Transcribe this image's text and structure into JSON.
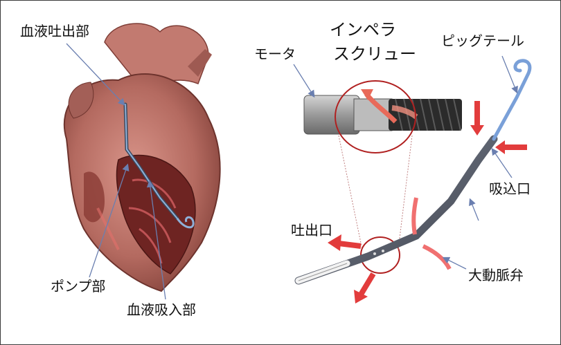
{
  "labels": {
    "blood_outlet": "血液吐出部",
    "pump_section": "ポンプ部",
    "blood_inlet": "血液吸入部",
    "motor": "モータ",
    "impeller_line1": "インペラ",
    "impeller_line2": "スクリュー",
    "pigtail": "ピッグテール",
    "suction_port": "吸込口",
    "outlet_port": "吐出口",
    "aortic_valve": "大動脈弁"
  },
  "colors": {
    "leader_line": "#6a7fb0",
    "flow_arrow": "#e23c3c",
    "zoom_circle": "#b02020",
    "heart_tissue": "#b46a60",
    "catheter_blue": "#7aa0d8"
  }
}
